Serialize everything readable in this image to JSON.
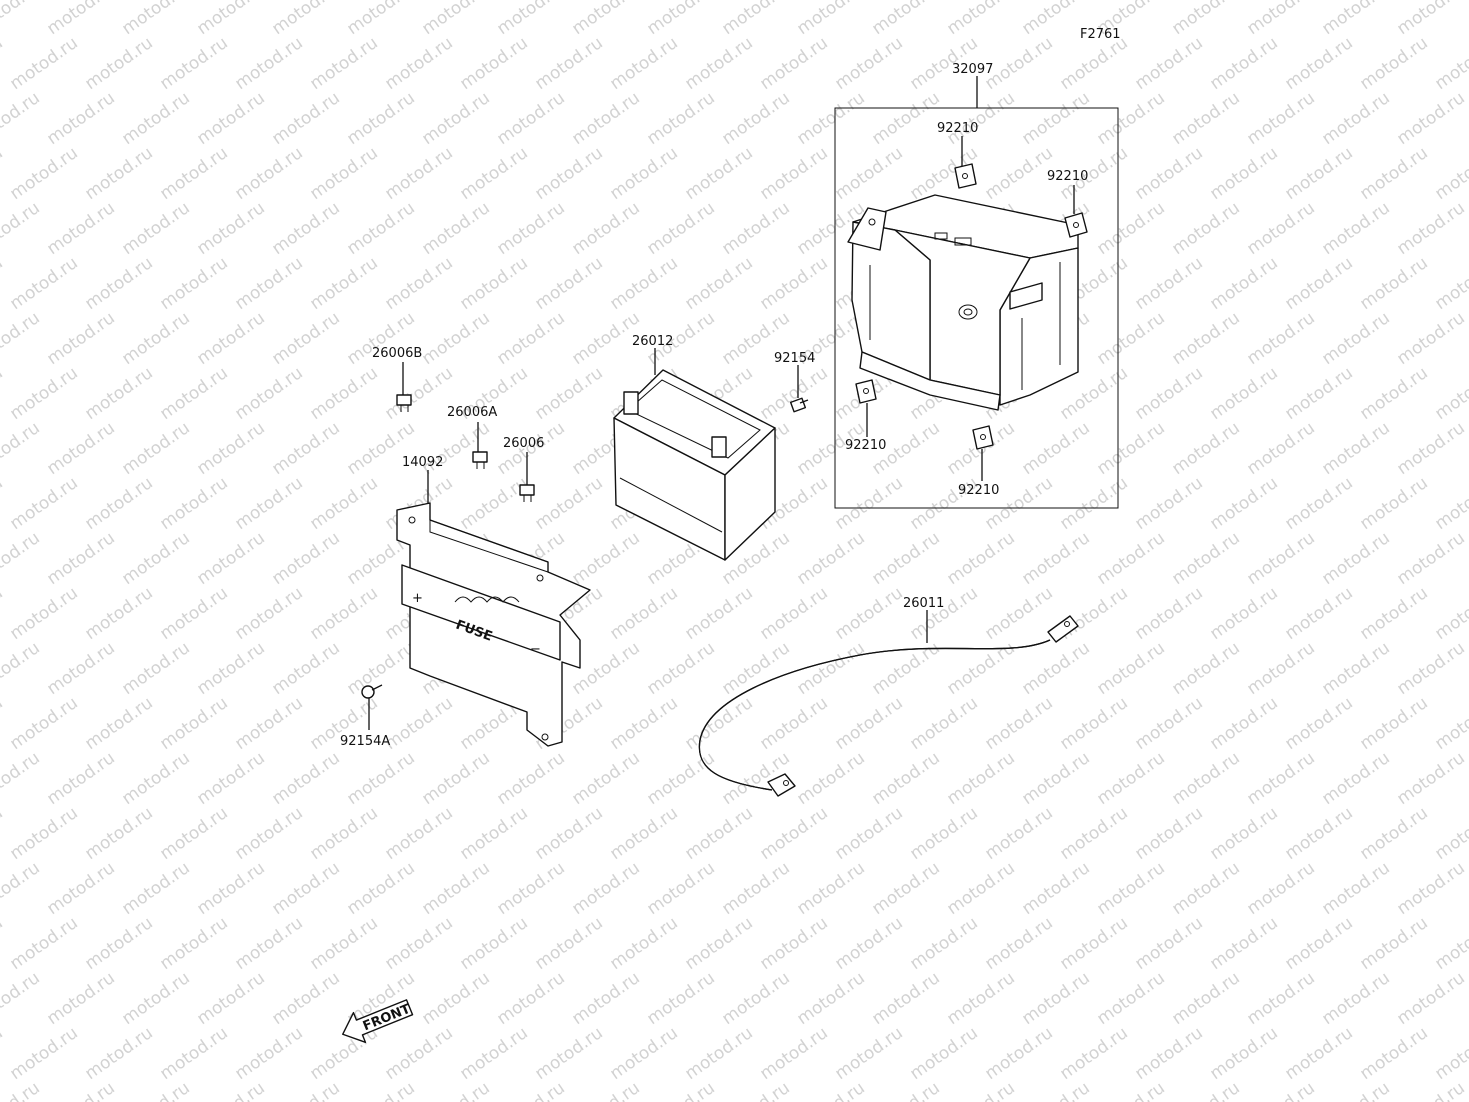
{
  "figure_code": "F2761",
  "watermark": {
    "text": "motod.ru",
    "color": "#d2d2d2"
  },
  "parts": [
    {
      "id": "32097",
      "label": "32097"
    },
    {
      "id": "92210-a",
      "label": "92210"
    },
    {
      "id": "92210-b",
      "label": "92210"
    },
    {
      "id": "92210-c",
      "label": "92210"
    },
    {
      "id": "92210-d",
      "label": "92210"
    },
    {
      "id": "26012",
      "label": "26012"
    },
    {
      "id": "92154",
      "label": "92154"
    },
    {
      "id": "26006B",
      "label": "26006B"
    },
    {
      "id": "26006A",
      "label": "26006A"
    },
    {
      "id": "26006",
      "label": "26006"
    },
    {
      "id": "14092",
      "label": "14092"
    },
    {
      "id": "92154A",
      "label": "92154A"
    },
    {
      "id": "26011",
      "label": "26011"
    }
  ],
  "bracket_text": {
    "plus": "+",
    "minus": "−",
    "fuse": "FUSE"
  },
  "front_arrow": {
    "text": "FRONT"
  }
}
